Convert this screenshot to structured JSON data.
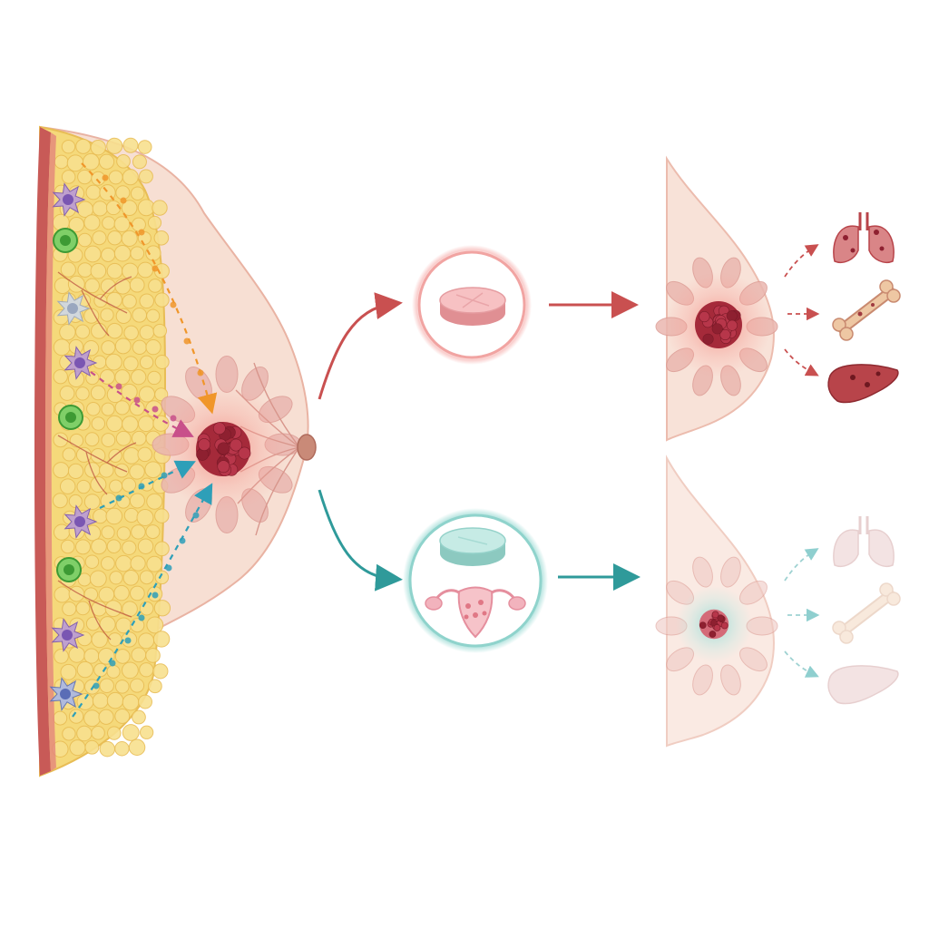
{
  "diagram": {
    "colors": {
      "background": "#ffffff",
      "skin": "#f6dcd0",
      "skin_edge": "#e9b3a3",
      "fat": "#f5d97a",
      "fat_edge": "#e8bd55",
      "muscle": "#c85a57",
      "tumor": "#a52a3a",
      "tumor_glow": "#f27e74",
      "lobule": "#eab7b0",
      "orange_path": "#f0962a",
      "magenta_path": "#c8508a",
      "cyan_path": "#2e9fb8",
      "progress_red": "#c95050",
      "response_teal": "#2f9a9a",
      "pill_pink": "#f4b2b4",
      "pill_teal": "#aee0d8",
      "ovary": "#e58f9e",
      "organ_red": "#b8444a",
      "bone": "#eec7a3",
      "faded_organ": "#ecd2d2"
    },
    "icons": {
      "immune_cells": [
        "star-immune-cell-icon",
        "green-lymphocyte-icon"
      ],
      "drug_alone": "pill-icon",
      "drug_combo": [
        "pill-icon",
        "ovary-uterus-icon"
      ],
      "metastasis_sites": [
        "lung-icon",
        "bone-icon",
        "liver-icon"
      ]
    },
    "outcomes": {
      "top_branch_tumor_size": 1.0,
      "bottom_branch_tumor_size": 0.45,
      "top_branch_metastasis_opacity": 1.0,
      "bottom_branch_metastasis_opacity": 0.3
    }
  }
}
